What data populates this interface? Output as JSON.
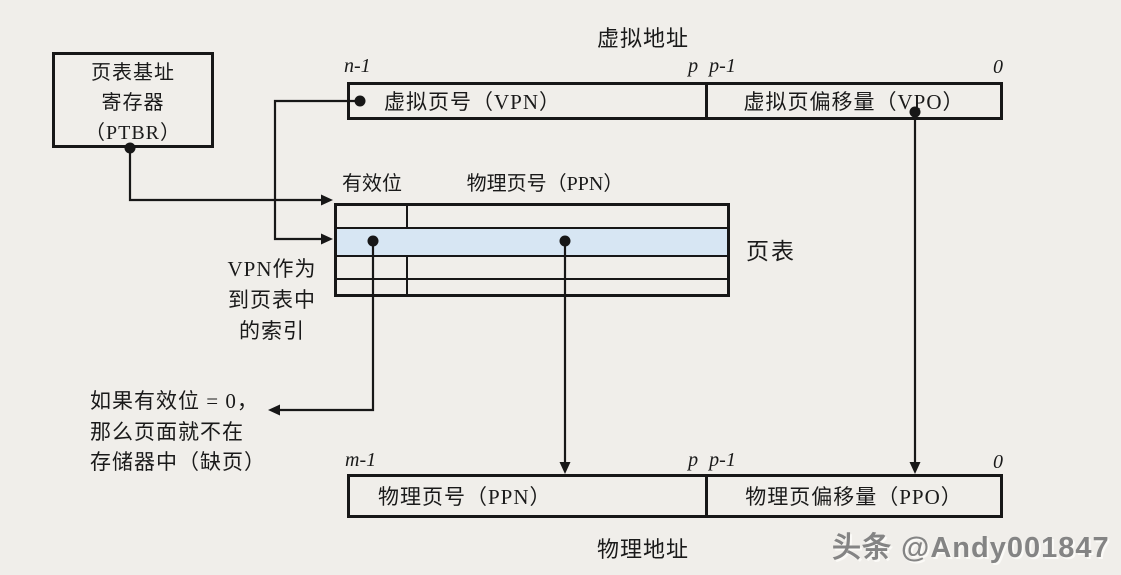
{
  "colors": {
    "paper": "#f0eeea",
    "line": "#171717",
    "highlight_row": "#d7e6f3",
    "watermark": "#848484"
  },
  "ptbr": {
    "line1": "页表基址",
    "line2": "寄存器",
    "line3": "（PTBR）"
  },
  "virtual_address": {
    "title": "虚拟地址",
    "bit_high": "n-1",
    "bit_mid": "p p-1",
    "bit_low": "0",
    "vpn_label": "虚拟页号（VPN）",
    "vpo_label": "虚拟页偏移量（VPO）"
  },
  "page_table": {
    "valid_header": "有效位",
    "ppn_header": "物理页号（PPN）",
    "table_label": "页表",
    "row_count": 4,
    "highlighted_row_index": 1,
    "index_note_line1": "VPN作为",
    "index_note_line2": "到页表中",
    "index_note_line3": "的索引",
    "fault_note_line1": "如果有效位 = 0，",
    "fault_note_line2": "那么页面就不在",
    "fault_note_line3": "存储器中（缺页）"
  },
  "physical_address": {
    "title": "物理地址",
    "bit_high": "m-1",
    "bit_mid": "p p-1",
    "bit_low": "0",
    "ppn_label": "物理页号（PPN）",
    "ppo_label": "物理页偏移量（PPO）"
  },
  "watermark": "头条 @Andy001847"
}
